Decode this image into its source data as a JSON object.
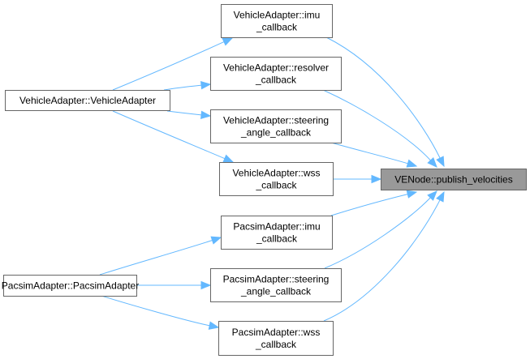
{
  "diagram": {
    "type": "doxygen-caller-graph",
    "colors": {
      "edge": "#63b8ff",
      "node_border": "#666666",
      "focus_fill": "#999999",
      "node_fill": "#ffffff"
    },
    "nodes": [
      {
        "id": "va_ctor",
        "lines": [
          "VehicleAdapter::VehicleAdapter"
        ],
        "focus": false
      },
      {
        "id": "pa_ctor",
        "lines": [
          "PacsimAdapter::PacsimAdapter"
        ],
        "focus": false
      },
      {
        "id": "va_imu",
        "lines": [
          "VehicleAdapter::imu",
          "_callback"
        ],
        "focus": false
      },
      {
        "id": "va_resolver",
        "lines": [
          "VehicleAdapter::resolver",
          "_callback"
        ],
        "focus": false
      },
      {
        "id": "va_steering",
        "lines": [
          "VehicleAdapter::steering",
          "_angle_callback"
        ],
        "focus": false
      },
      {
        "id": "va_wss",
        "lines": [
          "VehicleAdapter::wss",
          "_callback"
        ],
        "focus": false
      },
      {
        "id": "pa_imu",
        "lines": [
          "PacsimAdapter::imu",
          "_callback"
        ],
        "focus": false
      },
      {
        "id": "pa_steering",
        "lines": [
          "PacsimAdapter::steering",
          "_angle_callback"
        ],
        "focus": false
      },
      {
        "id": "pa_wss",
        "lines": [
          "PacsimAdapter::wss",
          "_callback"
        ],
        "focus": false
      },
      {
        "id": "target",
        "lines": [
          "VENode::publish_velocities"
        ],
        "focus": true
      }
    ],
    "edges": [
      {
        "from": "va_ctor",
        "to": "va_imu"
      },
      {
        "from": "va_ctor",
        "to": "va_resolver"
      },
      {
        "from": "va_ctor",
        "to": "va_steering"
      },
      {
        "from": "va_ctor",
        "to": "va_wss"
      },
      {
        "from": "pa_ctor",
        "to": "pa_imu"
      },
      {
        "from": "pa_ctor",
        "to": "pa_steering"
      },
      {
        "from": "pa_ctor",
        "to": "pa_wss"
      },
      {
        "from": "va_imu",
        "to": "target"
      },
      {
        "from": "va_resolver",
        "to": "target"
      },
      {
        "from": "va_steering",
        "to": "target"
      },
      {
        "from": "va_wss",
        "to": "target"
      },
      {
        "from": "pa_imu",
        "to": "target"
      },
      {
        "from": "pa_steering",
        "to": "target"
      },
      {
        "from": "pa_wss",
        "to": "target"
      }
    ]
  }
}
